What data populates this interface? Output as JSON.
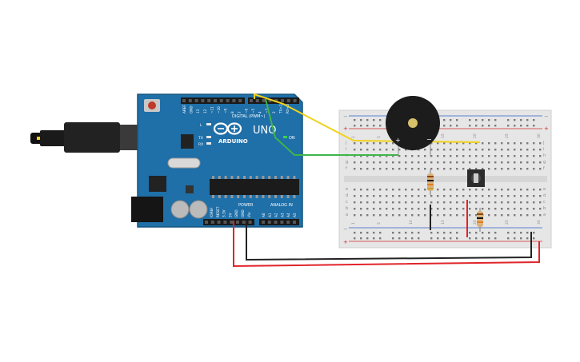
{
  "board": {
    "brand": "ARDUINO",
    "model": "UNO",
    "digital_label": "DIGITAL (PWM~)",
    "power_label": "POWER",
    "analog_label": "ANALOG IN",
    "on_label": "ON",
    "led_l": "L",
    "led_tx": "TX",
    "led_rx": "RX",
    "top_pins": [
      "AREF",
      "GND",
      "13",
      "12",
      "~11",
      "~10",
      "~9",
      "8",
      "7",
      "~6",
      "~5",
      "4",
      "~3",
      "2",
      "TX>1",
      "RX<0"
    ],
    "power_pins": [
      "IOREF",
      "RESET",
      "3.3V",
      "5V",
      "GND",
      "GND",
      "Vin"
    ],
    "analog_pins": [
      "A0",
      "A1",
      "A2",
      "A3",
      "A4",
      "A5"
    ]
  },
  "breadboard": {
    "col_numbers": [
      "1",
      "",
      "",
      "",
      "5",
      "",
      "",
      "",
      "",
      "10",
      "",
      "",
      "",
      "",
      "15",
      "",
      "",
      "",
      "",
      "20",
      "",
      "",
      "",
      "",
      "25",
      "",
      "",
      "",
      "",
      "30"
    ],
    "row_letters_top": [
      "j",
      "i",
      "h",
      "g",
      "f"
    ],
    "row_letters_bottom": [
      "e",
      "d",
      "c",
      "b",
      "a"
    ],
    "rail_plus": "+",
    "rail_minus": "−"
  },
  "buzzer": {
    "plus": "+",
    "minus": "−"
  },
  "colors": {
    "board": "#1f6fa8",
    "board_dark": "#15557f",
    "wire_yellow": "#f1d21b",
    "wire_green": "#3fb54a",
    "wire_red": "#e0242a",
    "wire_black": "#222222",
    "breadboard": "#e6e6e6"
  }
}
